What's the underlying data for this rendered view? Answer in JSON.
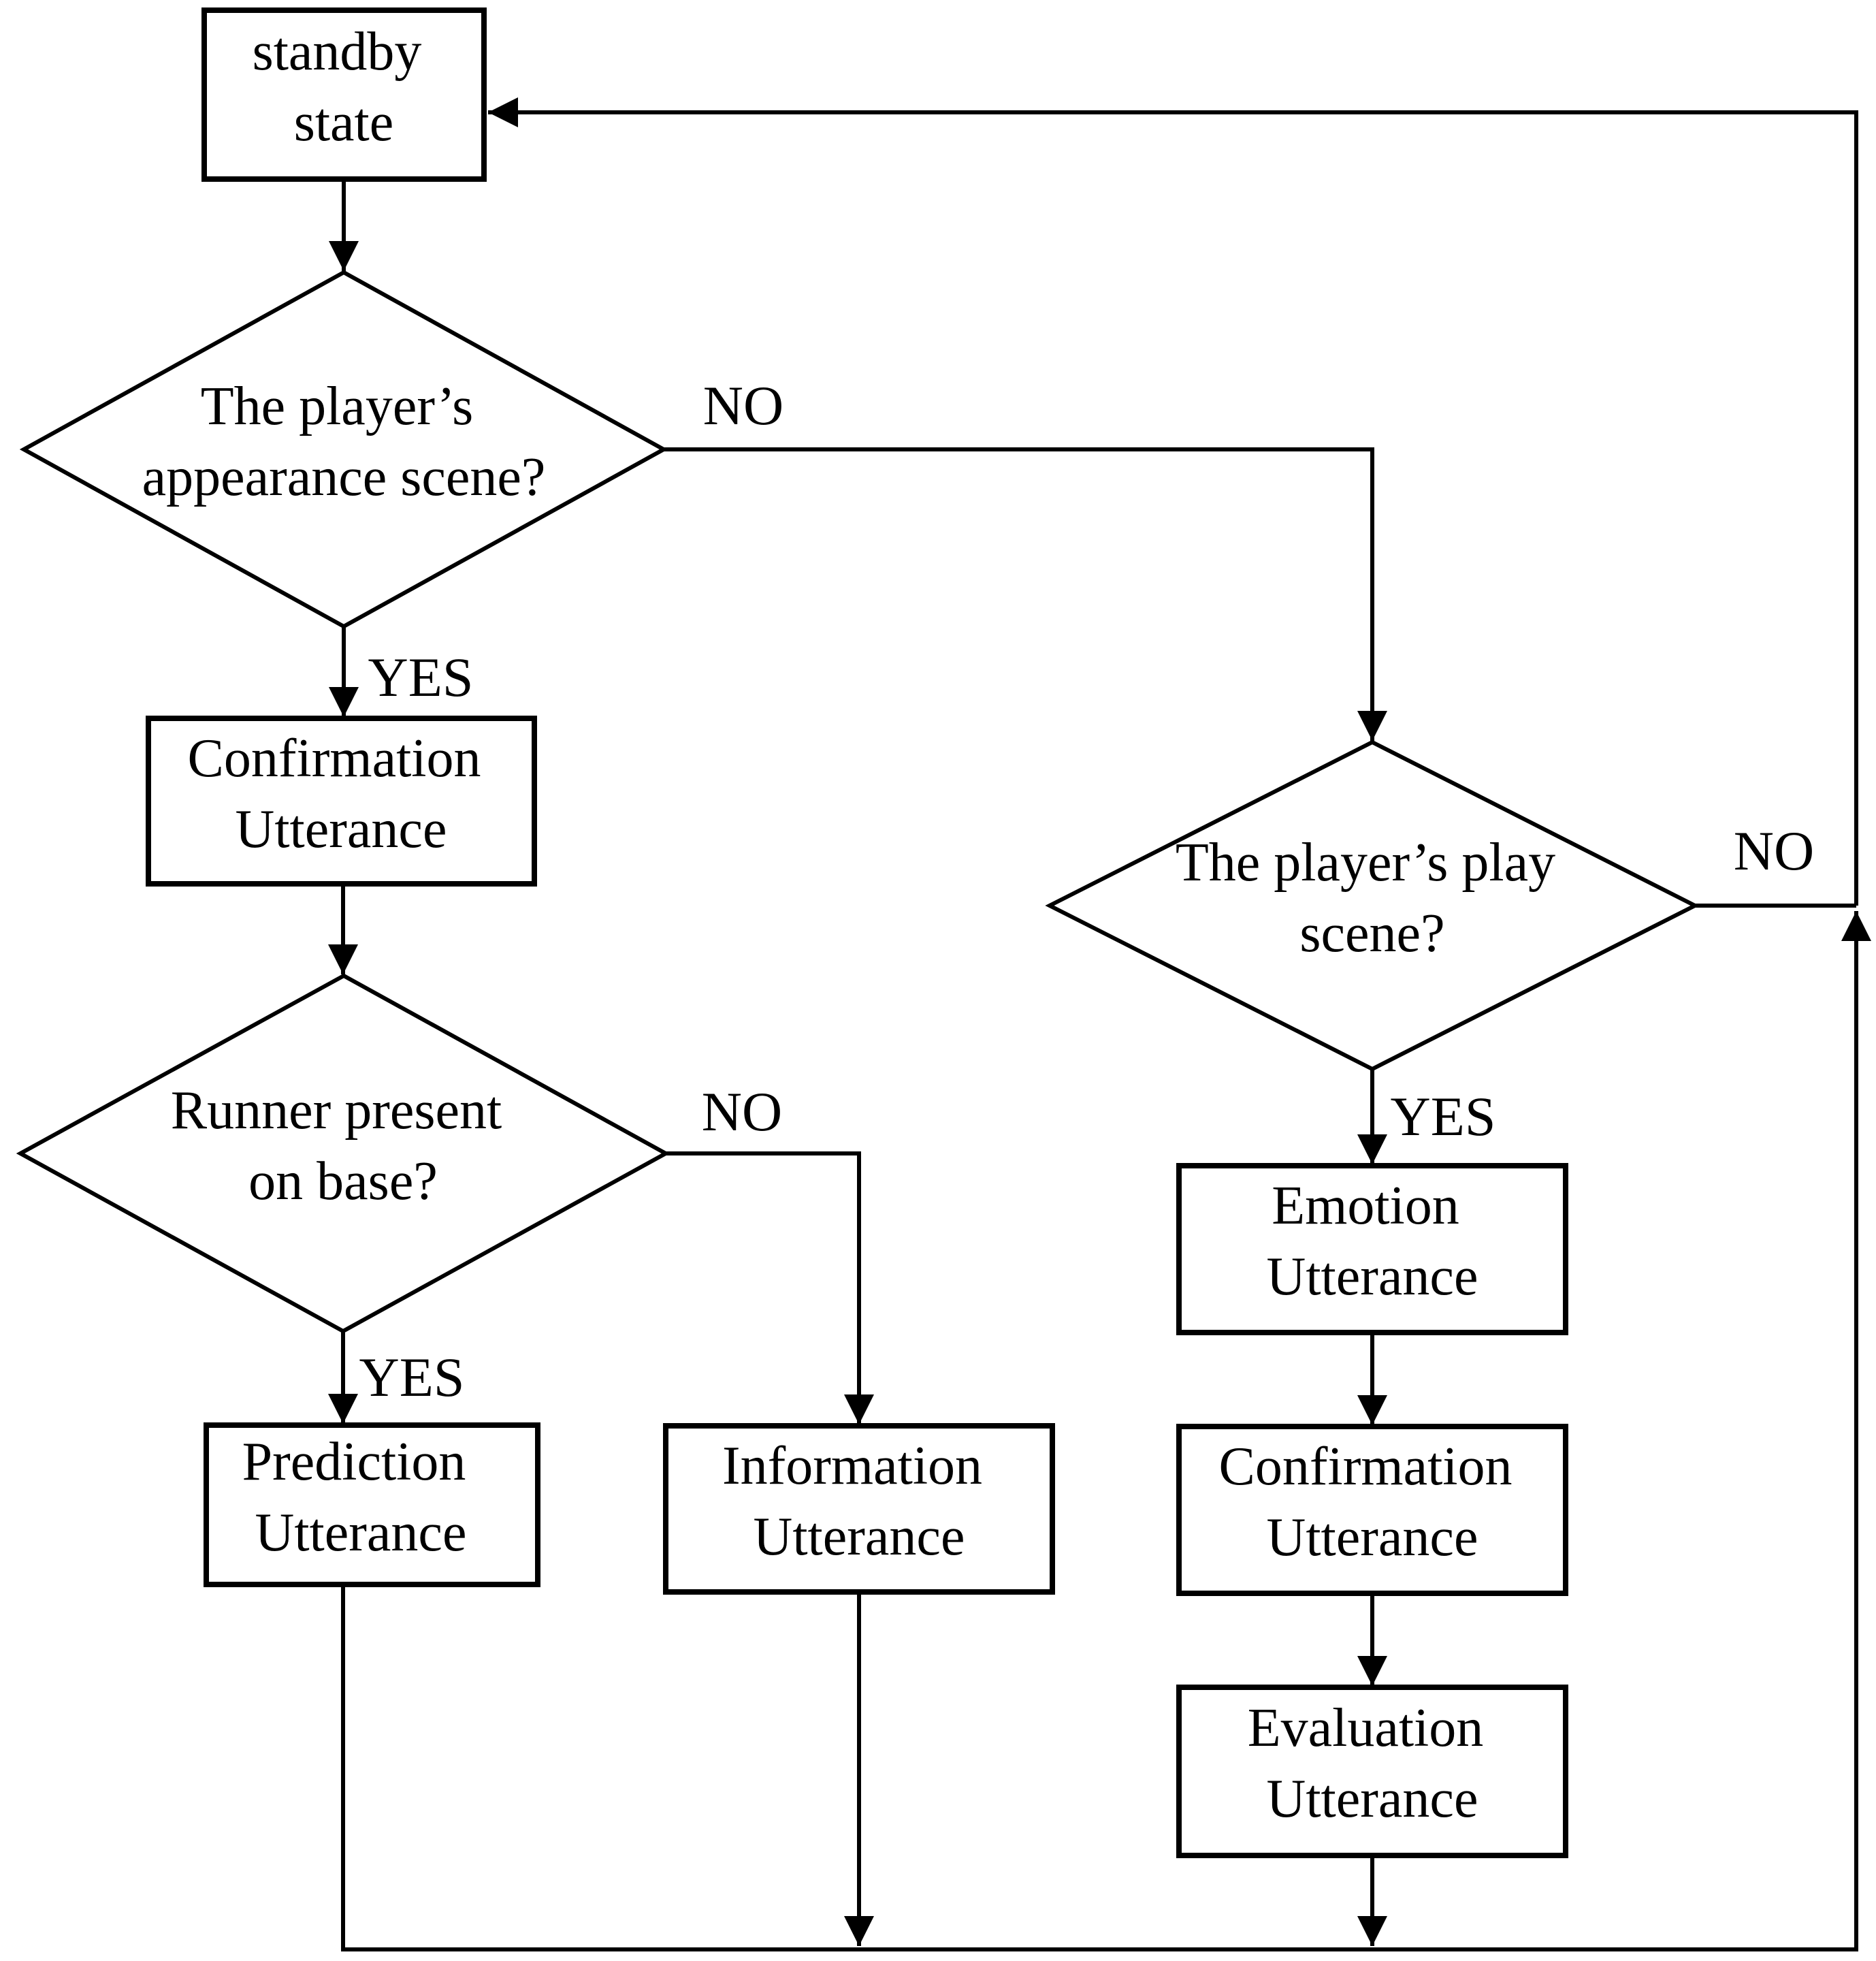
{
  "figure": {
    "type": "flowchart",
    "background_color": "#ffffff",
    "line_color": "#000000",
    "nodes": {
      "standby": {
        "line1": "standby",
        "line2": "state"
      },
      "appearance_decision": {
        "line1": "The player’s",
        "line2": "appearance scene?"
      },
      "confirmation_left": {
        "line1": "Confirmation",
        "line2": "Utterance"
      },
      "runner_decision": {
        "line1": "Runner present",
        "line2": "on base?"
      },
      "prediction": {
        "line1": "Prediction",
        "line2": "Utterance"
      },
      "information": {
        "line1": "Information",
        "line2": "Utterance"
      },
      "play_decision": {
        "line1": "The player’s play",
        "line2": "scene?"
      },
      "emotion": {
        "line1": "Emotion",
        "line2": "Utterance"
      },
      "confirmation_right": {
        "line1": "Confirmation",
        "line2": "Utterance"
      },
      "evaluation": {
        "line1": "Evaluation",
        "line2": "Utterance"
      }
    },
    "labels": {
      "appearance_no": "NO",
      "appearance_yes": "YES",
      "runner_no": "NO",
      "runner_yes": "YES",
      "play_no": "NO",
      "play_yes": "YES"
    }
  }
}
